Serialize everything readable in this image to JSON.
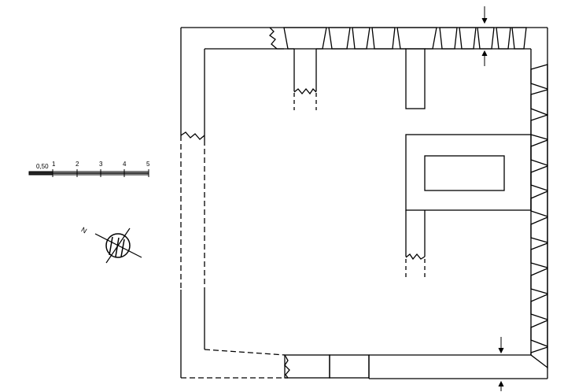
{
  "scale_bar": {
    "labels": [
      "0,50",
      "1",
      "2",
      "3",
      "4",
      "5"
    ]
  },
  "north_arrow": {
    "label": "N"
  }
}
